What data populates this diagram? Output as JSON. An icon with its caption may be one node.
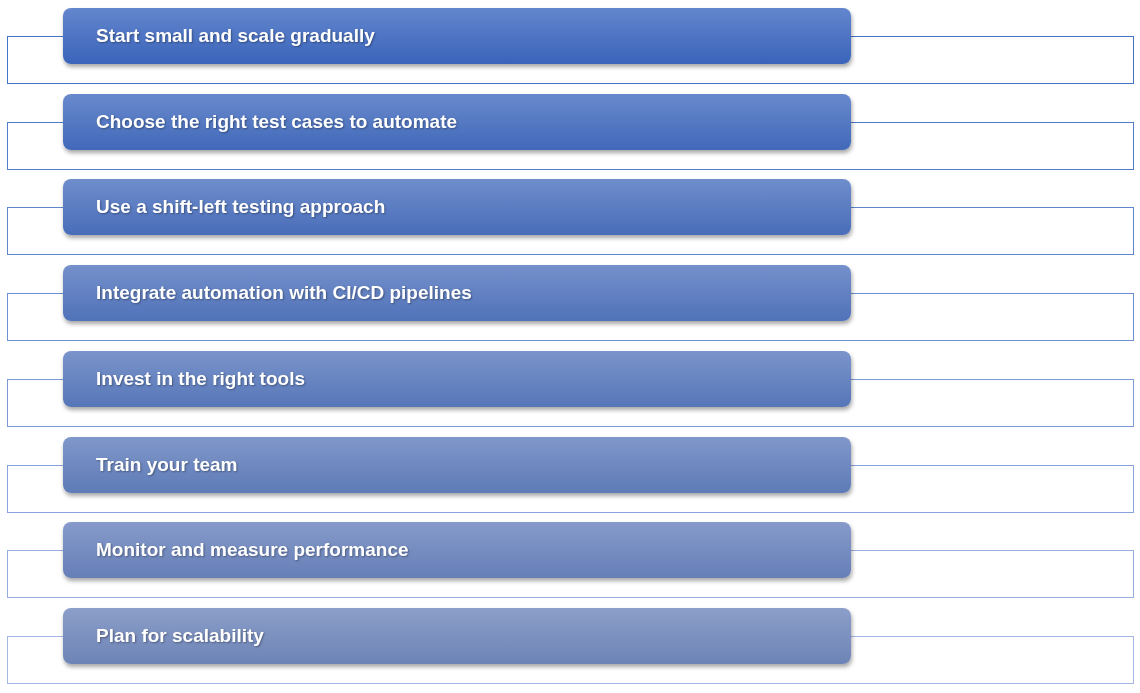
{
  "diagram": {
    "nodes": [
      {
        "text": [
          "Start small and scale gradually"
        ]
      },
      {
        "text": [],
        "shape": "box"
      },
      {
        "text": [
          "Choose the right test cases to automate"
        ]
      },
      {
        "text": [],
        "shape": "box"
      },
      {
        "text": [
          "Use a shift-left testing approach"
        ]
      },
      {
        "text": [],
        "shape": "box"
      },
      {
        "text": [
          "Integrate automation with CI/CD pipelines"
        ]
      },
      {
        "text": [],
        "shape": "box"
      },
      {
        "text": [
          "Invest in the right tools"
        ]
      },
      {
        "text": [],
        "shape": "box"
      },
      {
        "text": [
          "Train your team"
        ]
      },
      {
        "text": [],
        "shape": "box"
      },
      {
        "text": [
          "Monitor and measure performance"
        ]
      },
      {
        "text": [],
        "shape": "box"
      },
      {
        "text": [
          "Plan for scalability"
        ]
      },
      {
        "text": [],
        "shape": "box"
      }
    ]
  }
}
